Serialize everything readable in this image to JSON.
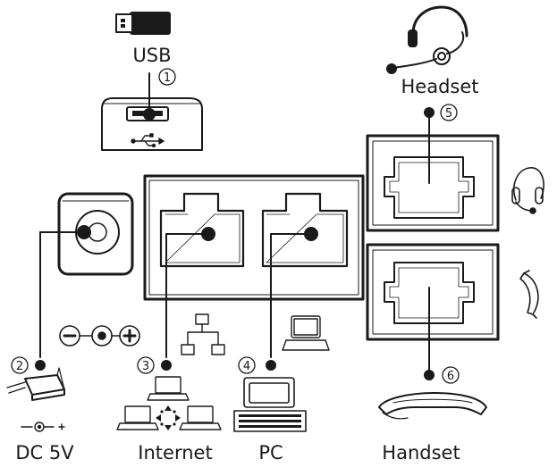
{
  "labels": {
    "usb": "USB",
    "headset": "Headset",
    "dc": "DC 5V",
    "internet": "Internet",
    "pc": "PC",
    "handset": "Handset"
  },
  "callouts": {
    "usb": "1",
    "dc": "2",
    "internet": "3",
    "pc": "4",
    "headset": "5",
    "handset": "6"
  },
  "icons": [
    "usb-stick-icon",
    "usb-symbol-icon",
    "headset-icon",
    "handset-icon",
    "power-adapter-icon",
    "polarity-icon",
    "network-icon",
    "computer-icon"
  ]
}
